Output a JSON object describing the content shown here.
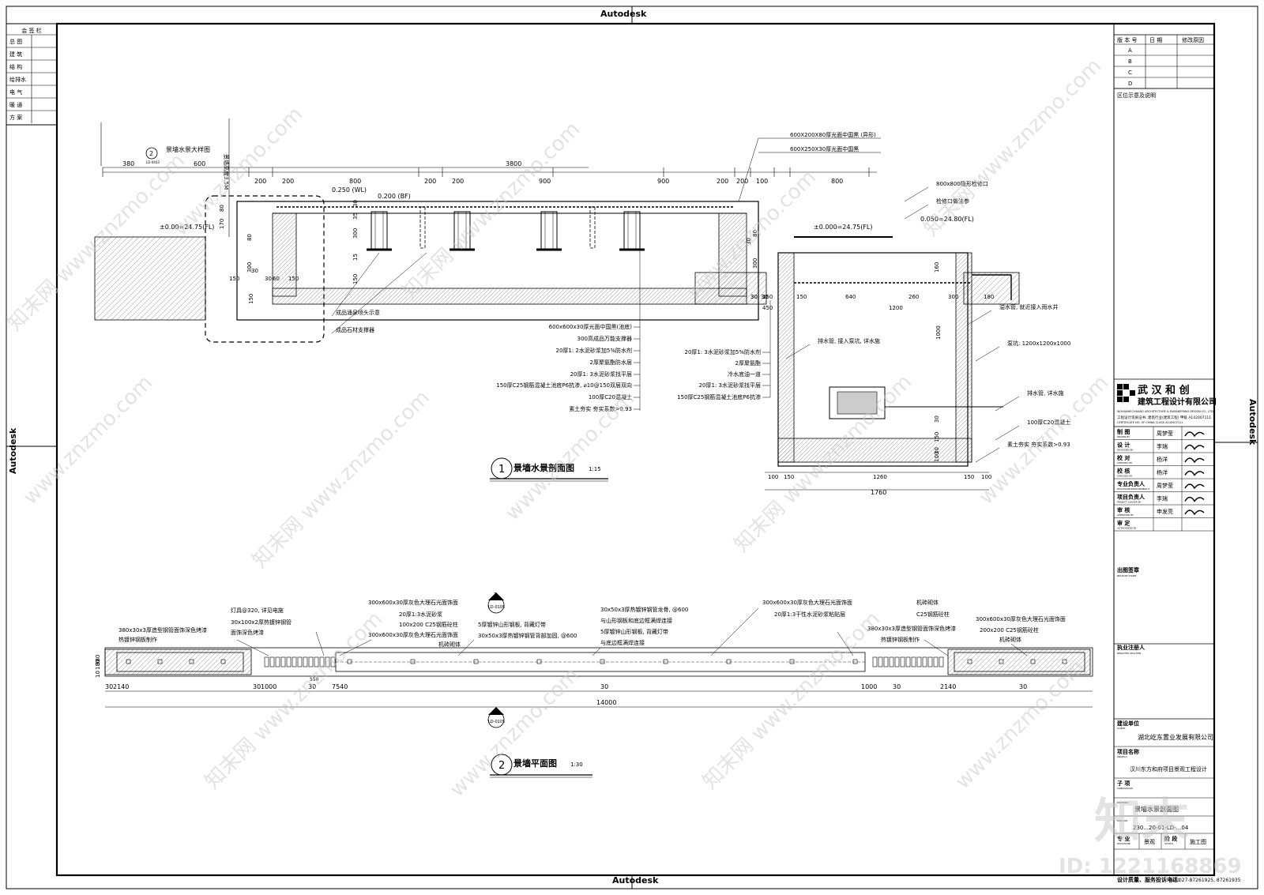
{
  "frame": {
    "edge_label": "Autodesk"
  },
  "signoff_column": {
    "title": "会 签 栏",
    "rows": [
      "总 图",
      "建 筑",
      "结 构",
      "给排水",
      "电 气",
      "暖 通",
      "方 案"
    ]
  },
  "revision_table": {
    "headers": [
      "版 本 号",
      "日 期",
      "修改原因"
    ],
    "rows": [
      "A",
      "B",
      "C",
      "D"
    ],
    "location_label": "区位示意及说明"
  },
  "company": {
    "name": "武 汉 和 创",
    "subtitle": "建筑工程设计有限公司",
    "english": "WUHANHECHUANG ARCHITECTURE & ENGINEERING DESIGN CO., LTD",
    "certificate": "工程设计资质证书: 建筑行业(建筑工程) 甲级 A142007111",
    "certificate_en": "CERTIFICATE NO. OF CHINA CLASS A142007111"
  },
  "approvals": [
    {
      "role": "制 图",
      "role_en": "DRAWN BY",
      "name": "周梦莹"
    },
    {
      "role": "设 计",
      "role_en": "DESIGNED BY",
      "name": "李瑞"
    },
    {
      "role": "校 对",
      "role_en": "CHECKED BY",
      "name": "杨洋"
    },
    {
      "role": "校 核",
      "role_en": "CHECKED BY",
      "name": "杨洋"
    },
    {
      "role": "专业负责人",
      "role_en": "DISCIPLINE RESPONSIBLE P.",
      "name": "周梦莹"
    },
    {
      "role": "项目负责人",
      "role_en": "PROJECT LEADER BY",
      "name": "李瑞"
    },
    {
      "role": "审 核",
      "role_en": "APPROVED BY",
      "name": "申发亮"
    },
    {
      "role": "审 定",
      "role_en": "AUTHORIZED BY",
      "name": ""
    }
  ],
  "stamps": {
    "release": "出图签章",
    "release_en": "RELEASE STAMP",
    "registered": "执业注册人",
    "registered_en": "REGISTER AR/GT/EN"
  },
  "client": {
    "label": "建设单位",
    "label_en": "CLIENT",
    "value": "湖北屹东置业发展有限公司"
  },
  "project": {
    "label": "项目名称",
    "label_en": "PROJECT",
    "value": "汉川东方和府项目景观工程设计"
  },
  "sub_item": {
    "label": "子 项",
    "label_en": "SUBDIVISION"
  },
  "drawing": {
    "label_en": "DRAWING",
    "title": "景墙水景剖面图",
    "number_label_en": "DWG NO.",
    "number": "230...20-01-LD-...04"
  },
  "discipline": {
    "label": "专 业",
    "label_en": "DISCIPLINE",
    "value": "景观",
    "stage_label": "阶 段",
    "stage_label_en": "STATUS",
    "stage_value": "施工图"
  },
  "contact": {
    "label": "设计质量、服务投诉电话:",
    "phones": "Tel: 027-87261925, 87261935"
  },
  "section_view": {
    "number": "1",
    "title": "景墙水景剖面图",
    "scale": "1:15",
    "ref_number": "2",
    "ref_label": "景墙水景大样图",
    "ref_code": "LD-0403",
    "height_note": "景墙高度3.5M",
    "top_dims": [
      "380",
      "600",
      "3800"
    ],
    "dims": [
      "200",
      "200",
      "800",
      "200",
      "200",
      "900",
      "900",
      "200",
      "200",
      "100",
      "800"
    ],
    "levels": [
      "0.250 (WL)",
      "0.200 (BF)",
      "±0.00=24.75(FL)",
      "±0.000=24.75(FL)",
      "0.050=24.80(FL)"
    ],
    "left_dims": [
      "80",
      "170",
      "80",
      "300",
      "30",
      "150",
      "60",
      "30",
      "150",
      "150"
    ],
    "inner_dims": [
      "30",
      "35",
      "300",
      "15",
      "150"
    ],
    "right_dims": [
      "80",
      "30",
      "300",
      "30",
      "150",
      "450"
    ],
    "pit_dims": [
      "30",
      "30",
      "150",
      "640",
      "1200",
      "260",
      "300",
      "180",
      "1000",
      "160",
      "30",
      "150",
      "30",
      "100"
    ],
    "bottom_dims": [
      "100",
      "150",
      "1260",
      "150",
      "100",
      "1760"
    ],
    "labels_top": [
      "600X200X80厚光面中国黑 (异形)",
      "600X250X30厚光面中国黑"
    ],
    "labels_right": [
      "800x800隐形检修口",
      "检修口做法参",
      "溢水管, 就近接入雨水井",
      "排水管, 接入泵坑, 详水施",
      "泵坑: 1200x1200x1000",
      "排水管, 详水施",
      "100厚C20混凝土",
      "素土夯实 夯实系数>0.93"
    ],
    "labels_left": [
      "成品涌泉喷头示意",
      "成品石材支撑器"
    ],
    "layers_center": [
      "600x600x30厚光面中国黑(池底)",
      "300高成品万能支撑器",
      "20厚1: 2水泥砂浆加5%防水剂",
      "2厚聚氨酯防水层",
      "20厚1: 3水泥砂浆找平层",
      "150厚C25钢筋混凝土池底P6抗渗, ⌀10@150双层双向",
      "100厚C20混凝土",
      "素土夯实 夯实系数>0.93"
    ],
    "layers_right": [
      "20厚1: 3水泥砂浆加5%防水剂",
      "2厚聚氨酯",
      "冷水底油一道",
      "20厚1: 3水泥砂浆找平层",
      "150厚C25钢筋混凝土池底P6抗渗"
    ]
  },
  "plan_view": {
    "number": "2",
    "title": "景墙平面图",
    "scale": "1:30",
    "section_mark": "2",
    "section_code": "LD-0105",
    "left_dims": [
      "380",
      "180",
      "10"
    ],
    "dims": [
      "30",
      "2140",
      "30",
      "1000",
      "30",
      "7540",
      "30",
      "1000",
      "30",
      "2140",
      "30"
    ],
    "total": "14000",
    "small_dim": "550",
    "labels": [
      "380x30x3厚造型钢管面饰深色烤漆",
      "热镀锌钢板制作",
      "灯具@320, 详见电施",
      "30x100x2厚热镀锌钢管",
      "面饰深色烤漆",
      "300x600x30厚灰色大理石光面饰面",
      "20厚1:3水泥砂浆",
      "100x200 C25钢筋砼柱",
      "300x600x30厚灰色大理石光面饰面",
      "机砖砌体",
      "5厚镀锌山形钢板, 背藏灯带",
      "30x50x3厚热镀锌钢管背部加固, @600",
      "30x50x3厚热镀锌钢管龙骨, @600",
      "与山形钢板和底边框满焊连接",
      "5厚镀锌山形钢板, 背藏灯带",
      "与底边框满焊连接",
      "300x600x30厚灰色大理石光面饰面",
      "20厚1:3干性水泥砂浆粘贴层",
      "机砖砌体",
      "C25钢筋砼柱",
      "380x30x3厚造型钢管面饰深色烤漆",
      "热镀锌钢板制作",
      "300x600x30厚灰色大理石光面饰面",
      "200x200 C25钢筋砼柱",
      "机砖砌体"
    ]
  },
  "watermarks": {
    "site": "www.znzmo.com",
    "brand": "知末网",
    "logo": "知末",
    "id": "ID: 1221168869"
  }
}
